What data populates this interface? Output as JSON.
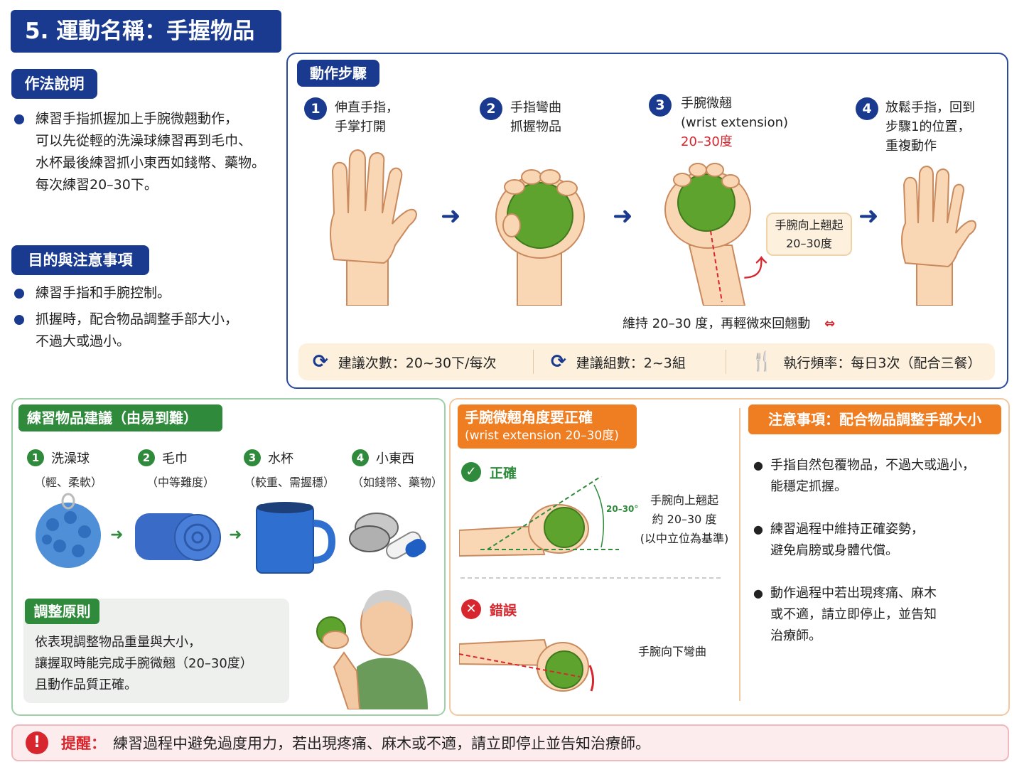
{
  "title": "5. 運動名稱：手握物品",
  "method": {
    "tag": "作法說明",
    "lines": [
      "練習手指抓握加上手腕微翹動作，",
      "可以先從輕的洗澡球練習再到毛巾、",
      "水杯最後練習抓小東西如錢幣、藥物。",
      "每次練習20–30下。"
    ]
  },
  "purpose": {
    "tag": "目的與注意事項",
    "items": [
      {
        "lines": [
          "練習手指和手腕控制。"
        ]
      },
      {
        "lines": [
          "抓握時，配合物品調整手部大小，",
          "不過大或過小。"
        ]
      }
    ]
  },
  "steps": {
    "tag": "動作步驟",
    "items": [
      {
        "num": "1",
        "line1": "伸直手指，",
        "line2": "手掌打開"
      },
      {
        "num": "2",
        "line1": "手指彎曲",
        "line2": "抓握物品"
      },
      {
        "num": "3",
        "line1": "手腕微翹",
        "line2": "(wrist extension)",
        "line3": "20–30度"
      },
      {
        "num": "4",
        "line1": "放鬆手指，回到",
        "line2": "步驟1的位置，",
        "line3": "重複動作"
      }
    ],
    "callout": [
      "手腕向上翹起",
      "20–30度"
    ],
    "hold_text": "維持 20–30 度，再輕微來回翹動",
    "info": [
      {
        "icon": "refresh-icon",
        "text": "建議次數：20~30下/每次"
      },
      {
        "icon": "refresh-icon",
        "text": "建議組數：2~3組"
      },
      {
        "icon": "fork-knife-icon",
        "text": "執行頻率：每日3次（配合三餐）"
      }
    ]
  },
  "objects": {
    "tag": "練習物品建議（由易到難）",
    "items": [
      {
        "num": "1",
        "name": "洗澡球",
        "note": "（輕、柔軟）"
      },
      {
        "num": "2",
        "name": "毛巾",
        "note": "（中等難度）"
      },
      {
        "num": "3",
        "name": "水杯",
        "note": "（較重、需握穩）"
      },
      {
        "num": "4",
        "name": "小東西",
        "note": "（如錢幣、藥物）"
      }
    ],
    "adjust": {
      "tag": "調整原則",
      "lines": [
        "依表現調整物品重量與大小，",
        "讓握取時能完成手腕微翹（20–30度）",
        "且動作品質正確。"
      ]
    }
  },
  "angle": {
    "tag_line1": "手腕微翹角度要正確",
    "tag_line2": "(wrist extension 20–30度)",
    "correct_label": "正確",
    "angle_label": "20–30°",
    "correct_desc": [
      "手腕向上翹起",
      "約 20–30 度",
      "(以中立位為基準)"
    ],
    "wrong_label": "錯誤",
    "wrong_desc": "手腕向下彎曲"
  },
  "notes": {
    "tag": "注意事項：配合物品調整手部大小",
    "items": [
      {
        "lines": [
          "手指自然包覆物品，不過大或過小，",
          "能穩定抓握。"
        ]
      },
      {
        "lines": [
          "練習過程中維持正確姿勢，",
          "避免肩膀或身體代償。"
        ]
      },
      {
        "lines": [
          "動作過程中若出現疼痛、麻木",
          "或不適，請立即停止，並告知",
          "治療師。"
        ]
      }
    ]
  },
  "reminder": {
    "label": "提醒：",
    "text": "練習過程中避免過度用力，若出現疼痛、麻木或不適，請立即停止並告知治療師。"
  },
  "colors": {
    "navy": "#1a3a8f",
    "green": "#2f8a3c",
    "orange": "#ef7d22",
    "red": "#d7262e",
    "ball": "#5ea32e"
  }
}
